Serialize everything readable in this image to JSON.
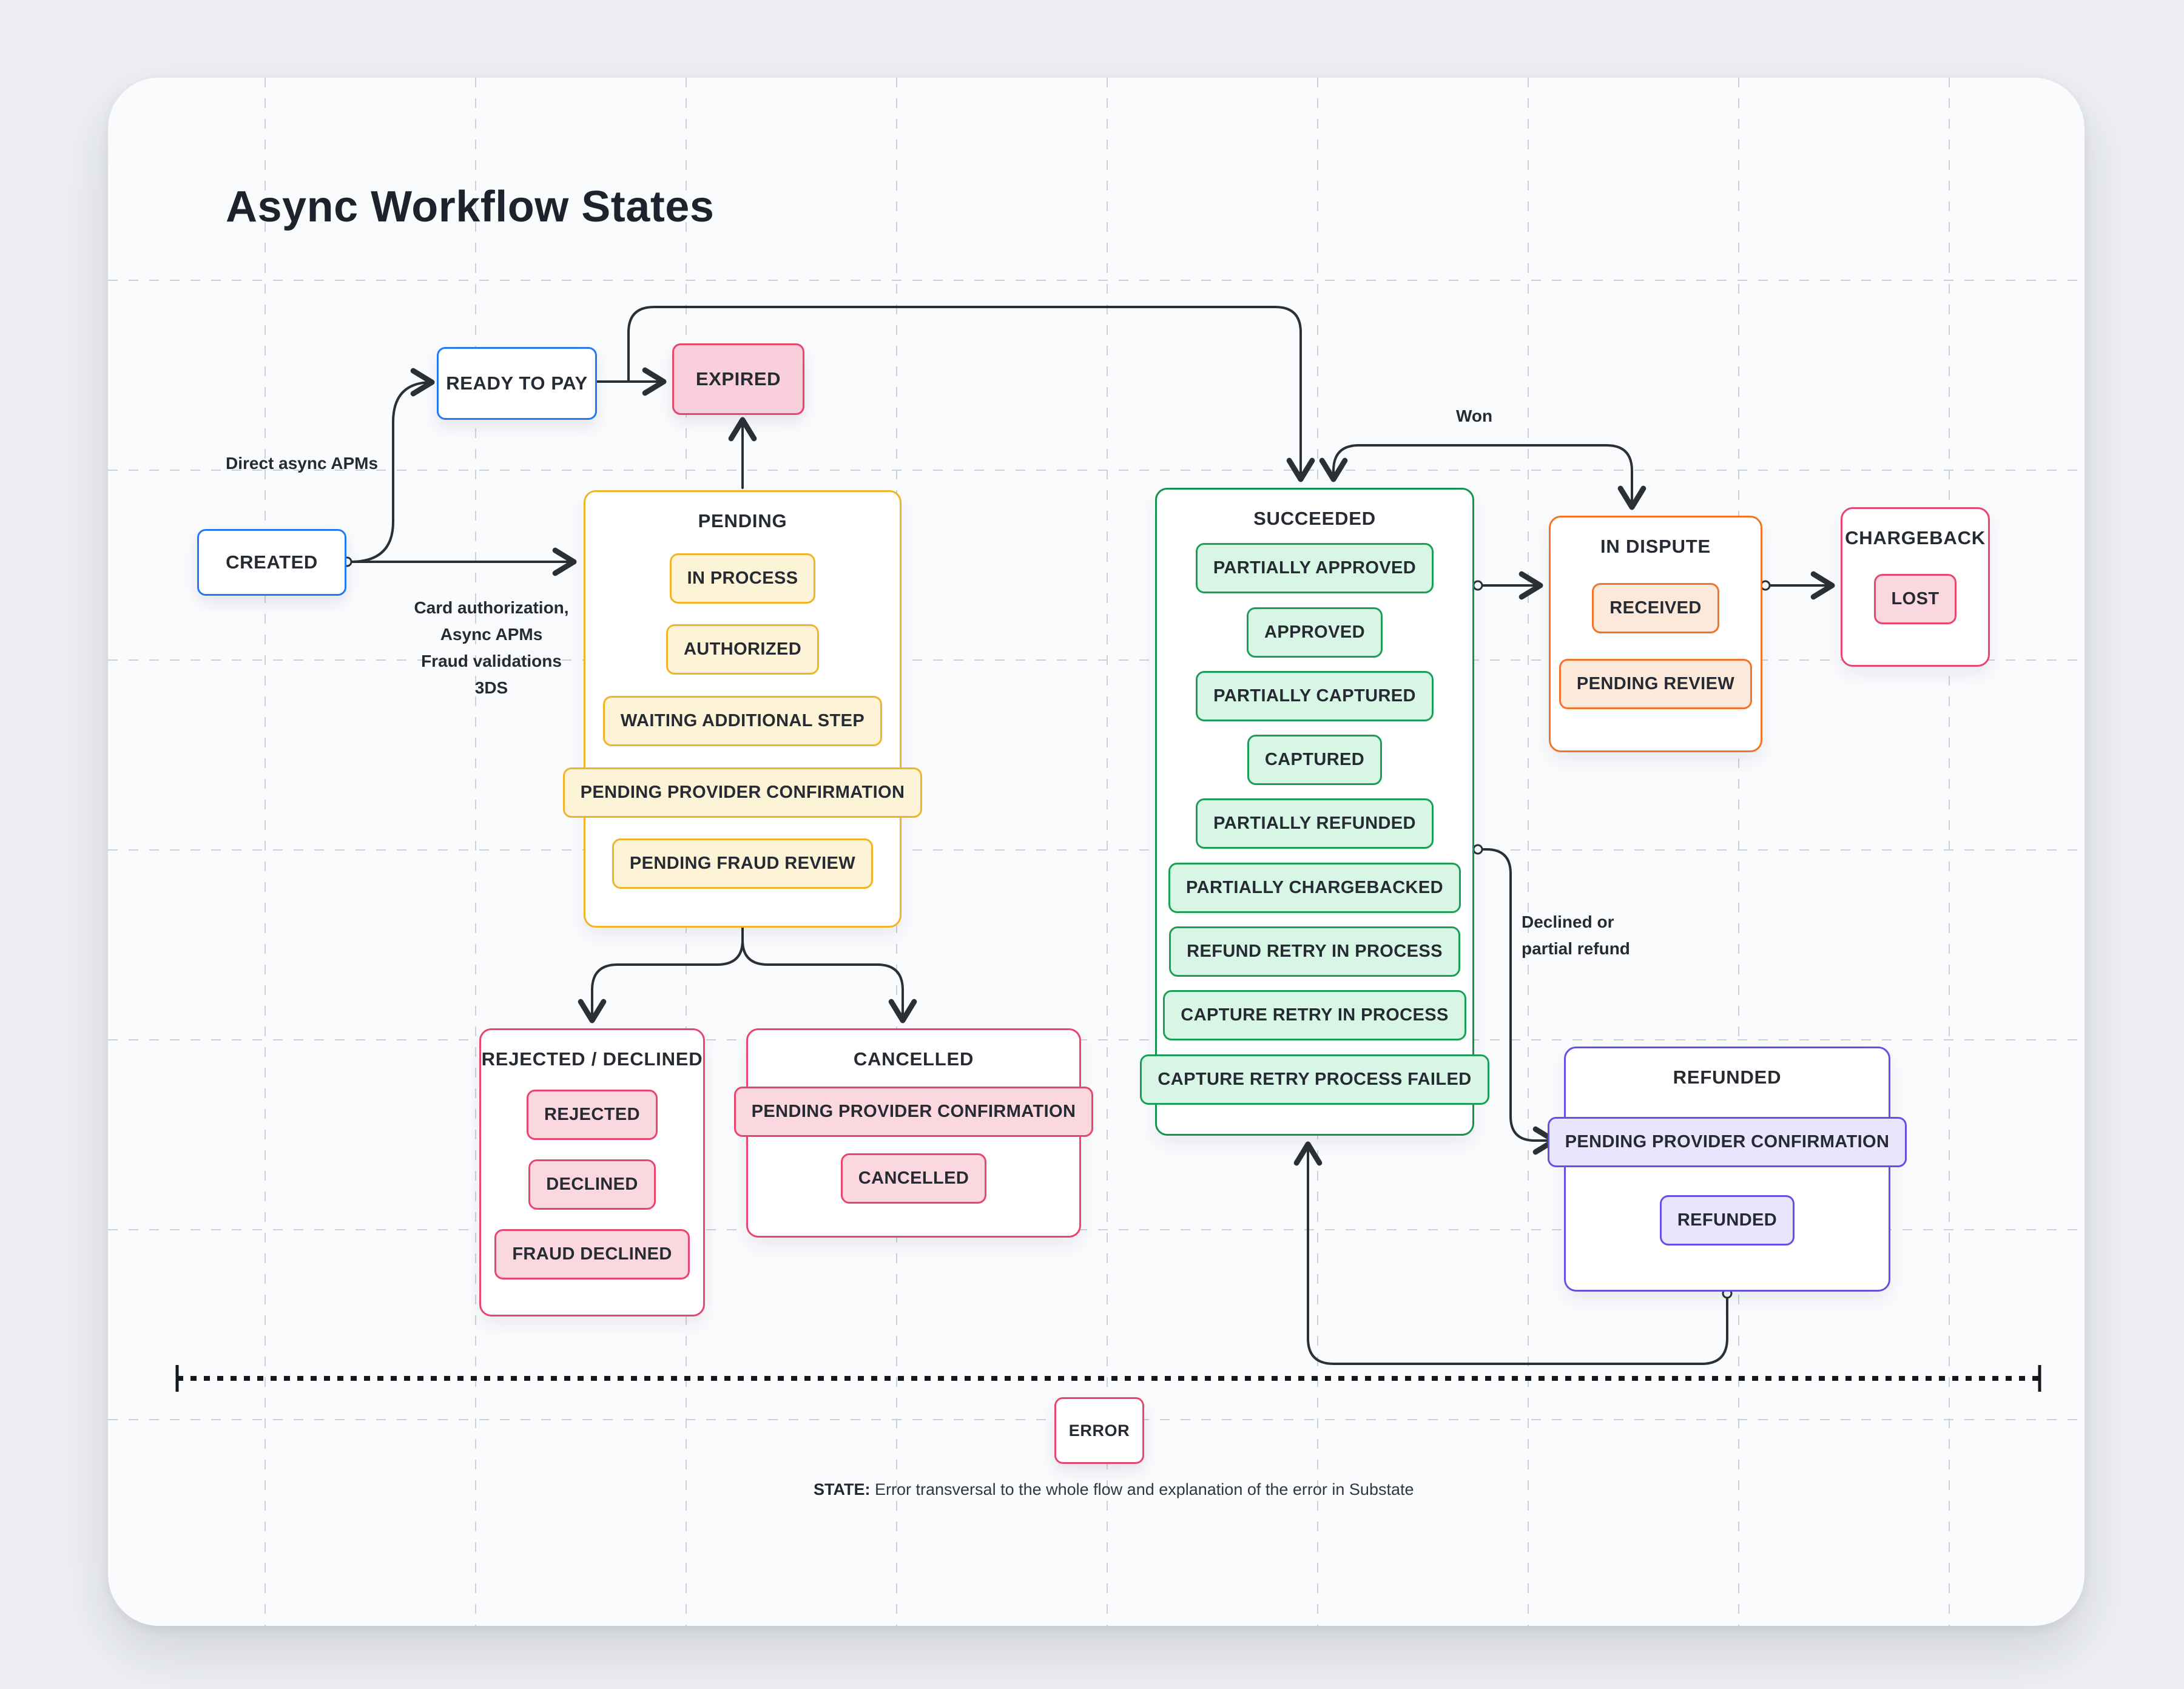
{
  "title": "Async Workflow States",
  "colors": {
    "background": "#edeff2",
    "card": "#fafbfd",
    "line": "#2b2f36",
    "blue": "#2479f2",
    "red": "#e8456f",
    "red_fill": "#fbd7e0",
    "expired_fill": "#f8cfdb",
    "amber": "#f0b429",
    "amber_fill": "#fdf3d6",
    "green": "#1d9e57",
    "green_fill": "#d7f6e6",
    "orange": "#f2742a",
    "orange_fill": "#fde9da",
    "indigo": "#6550e6",
    "indigo_fill": "#e8e5fc"
  },
  "nodes": {
    "created": {
      "label": "CREATED"
    },
    "ready_to_pay": {
      "label": "READY TO PAY"
    },
    "expired": {
      "label": "EXPIRED"
    },
    "error": {
      "label": "ERROR"
    }
  },
  "groups": {
    "pending": {
      "title": "PENDING",
      "items": [
        "IN PROCESS",
        "AUTHORIZED",
        "WAITING ADDITIONAL STEP",
        "PENDING PROVIDER CONFIRMATION",
        "PENDING FRAUD REVIEW"
      ]
    },
    "succeeded": {
      "title": "SUCCEEDED",
      "items": [
        "PARTIALLY APPROVED",
        "APPROVED",
        "PARTIALLY CAPTURED",
        "CAPTURED",
        "PARTIALLY REFUNDED",
        "PARTIALLY CHARGEBACKED",
        "REFUND RETRY IN PROCESS",
        "CAPTURE RETRY IN PROCESS",
        "CAPTURE RETRY PROCESS FAILED"
      ]
    },
    "in_dispute": {
      "title": "IN DISPUTE",
      "items": [
        "RECEIVED",
        "PENDING REVIEW"
      ]
    },
    "chargeback": {
      "title": "CHARGEBACK",
      "items": [
        "LOST"
      ]
    },
    "rejected_declined": {
      "title": "REJECTED / DECLINED",
      "items": [
        "REJECTED",
        "DECLINED",
        "FRAUD DECLINED"
      ]
    },
    "cancelled": {
      "title": "CANCELLED",
      "items": [
        "PENDING PROVIDER CONFIRMATION",
        "CANCELLED"
      ]
    },
    "refunded": {
      "title": "REFUNDED",
      "items": [
        "PENDING PROVIDER CONFIRMATION",
        "REFUNDED"
      ]
    }
  },
  "edge_labels": {
    "direct_async_apms": "Direct async APMs",
    "created_to_pending": [
      "Card authorization,",
      "Async APMs",
      "Fraud validations",
      "3DS"
    ],
    "won": "Won",
    "declined_or_partial": [
      "Declined or",
      "partial refund"
    ]
  },
  "footer": {
    "label": "STATE:",
    "text": "Error transversal to the whole flow and explanation of the error in Substate"
  }
}
